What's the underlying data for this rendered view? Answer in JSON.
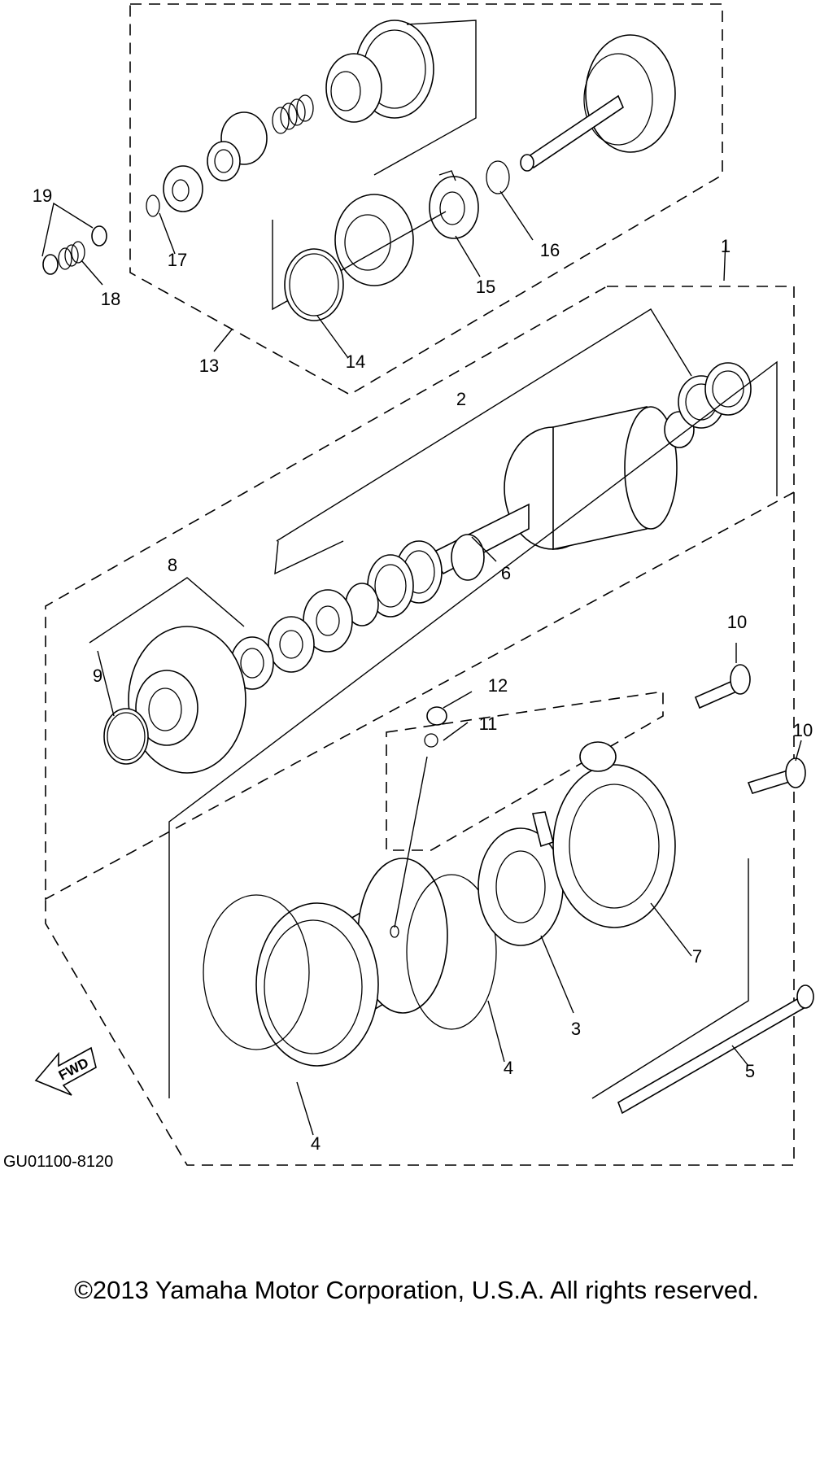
{
  "diagram": {
    "drawing_code": "GU01100-8120",
    "fwd_label": "FWD",
    "callouts": {
      "c1": "1",
      "c2": "2",
      "c3": "3",
      "c4a": "4",
      "c4b": "4",
      "c5": "5",
      "c6": "6",
      "c7": "7",
      "c8": "8",
      "c9": "9",
      "c10a": "10",
      "c10b": "10",
      "c11": "11",
      "c12": "12",
      "c13": "13",
      "c14": "14",
      "c15": "15",
      "c16": "16",
      "c17": "17",
      "c18": "18",
      "c19": "19"
    }
  },
  "footer": {
    "copyright": "©2013 Yamaha Motor Corporation, U.S.A. All rights reserved."
  }
}
